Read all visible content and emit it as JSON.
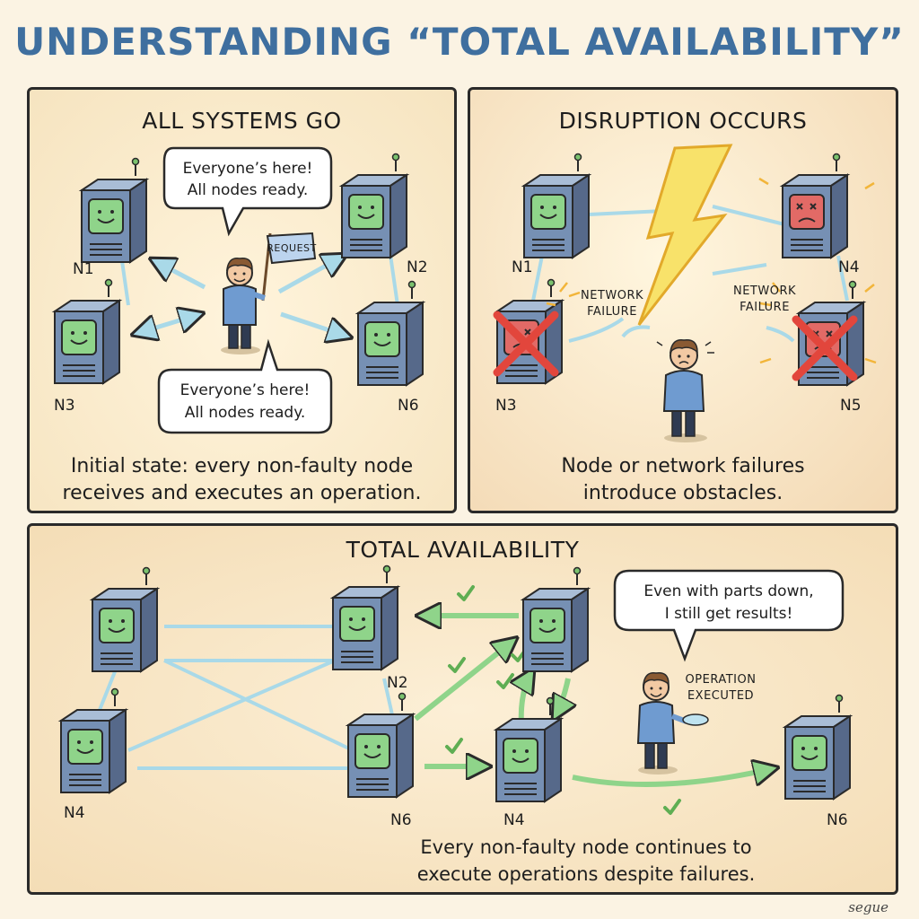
{
  "title": "UNDERSTANDING “TOTAL AVAILABILITY”",
  "panel1": {
    "title": "ALL SYSTEMS GO",
    "bubble_top": [
      "Everyone’s here!",
      "All nodes ready."
    ],
    "bubble_bottom": [
      "Everyone’s here!",
      "All nodes ready."
    ],
    "flag": "REQUEST",
    "nodes": [
      "N1",
      "N2",
      "N3",
      "N6"
    ],
    "caption": [
      "Initial state: every non-faulty node",
      "receives and executes an operation."
    ]
  },
  "panel2": {
    "title": "DISRUPTION OCCURS",
    "network_failure_left": [
      "NETWORK",
      "FAILURE"
    ],
    "network_failure_right": [
      "NETWORK",
      "FAILURE"
    ],
    "nodes": [
      "N1",
      "N4",
      "N3",
      "N5"
    ],
    "caption": [
      "Node or network failures",
      "introduce obstacles."
    ]
  },
  "panel3": {
    "title": "TOTAL AVAILABILITY",
    "bubble": [
      "Even with parts down,",
      "I still get results!"
    ],
    "operation": [
      "OPERATION",
      "EXECUTED"
    ],
    "nodes": [
      "N2",
      "N4",
      "N6",
      "N4",
      "N6"
    ],
    "caption": [
      "Every non-faulty node continues to",
      "execute operations despite failures."
    ]
  },
  "signature": "segue",
  "colors": {
    "title_blue": "#3f6f9f",
    "server_body": "#6e86a8",
    "screen_ok": "#8fd48a",
    "screen_fail": "#e26a66",
    "link_blue": "#a9d9e8",
    "arrow_green": "#8fd48a",
    "cross_red": "#e2463c",
    "bolt_yellow": "#f8e26a"
  }
}
